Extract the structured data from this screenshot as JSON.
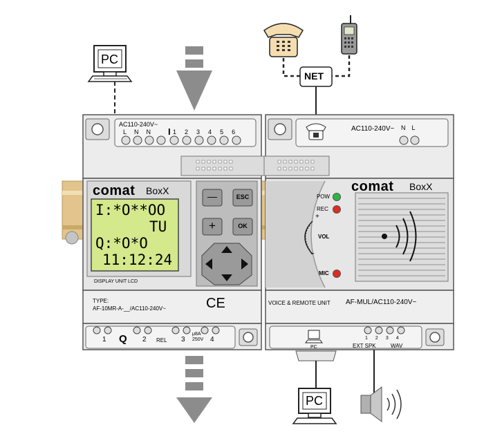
{
  "top": {
    "pc_label": "PC",
    "net_label": "NET"
  },
  "plc": {
    "power_label": "AC110-240V~",
    "power_terminals": [
      "L",
      "N",
      "N"
    ],
    "input_prefix": "I",
    "input_terminals": [
      "1",
      "2",
      "3",
      "4",
      "5",
      "6"
    ],
    "brand": "comat",
    "product": "BoxX",
    "lcd_lines": [
      "I:*O**OO",
      "TU",
      "Q:*O*O",
      "11:12:24"
    ],
    "keys": [
      "—",
      "ESC",
      "+",
      "OK"
    ],
    "display_caption": "DISPLAY UNIT  LCD",
    "type_line1": "TYPE:",
    "type_line2": "AF-10MR-A-__/AC110-240V~",
    "ce": "CE",
    "output_q": "Q",
    "output_rel": "REL",
    "output_numbers": [
      "1",
      "2",
      "3",
      "4"
    ],
    "rating": "μ8A\n250V"
  },
  "voice": {
    "power_label": "AC110-240V~",
    "power_terminals": [
      "N",
      "L"
    ],
    "brand": "comat",
    "product": "BoxX",
    "leds": [
      {
        "label": "POW",
        "color": "#2bb64a"
      },
      {
        "label": "REC",
        "color": "#e02a22"
      }
    ],
    "vol_label": "VOL",
    "plus": "+",
    "minus": "−",
    "mic_label": "MIC",
    "unit_caption": "VOICE & REMOTE UNIT",
    "model": "AF-MUL/AC110-240V~",
    "pc_port": "PC",
    "ext_spk": "EXT SPK",
    "wav": "WAV",
    "bottom_terminals": [
      "1",
      "2",
      "3",
      "4"
    ]
  },
  "bottom": {
    "pc_label": "PC"
  },
  "colors": {
    "arrow": "#8c8c8c",
    "lcd_bg": "#d4e88c",
    "module": "#ececec",
    "rail": "#e2c48c",
    "led_mic": "#e02a22"
  }
}
